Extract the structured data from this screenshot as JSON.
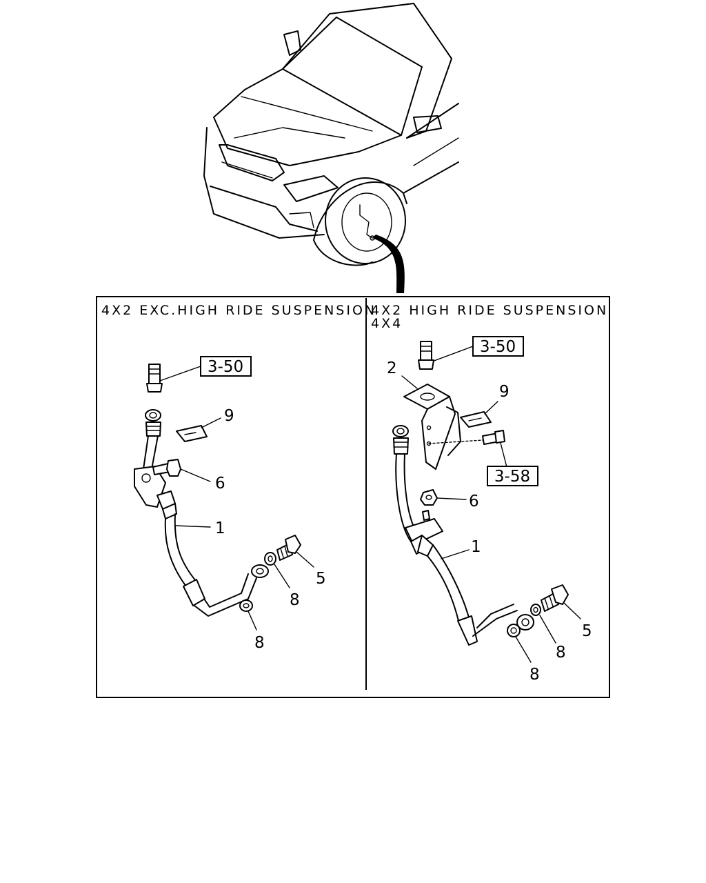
{
  "diagram": {
    "left_panel": {
      "heading": "4X2 EXC.HIGH RIDE SUSPENSION",
      "ref_boxes": [
        "3-50"
      ],
      "callouts": [
        "9",
        "6",
        "1",
        "5",
        "8",
        "8"
      ]
    },
    "right_panel": {
      "heading_line1": "4X2 HIGH RIDE SUSPENSION",
      "heading_line2": "4X4",
      "ref_boxes": [
        "3-50",
        "3-58"
      ],
      "callouts": [
        "2",
        "9",
        "6",
        "1",
        "5",
        "8",
        "8"
      ]
    }
  }
}
